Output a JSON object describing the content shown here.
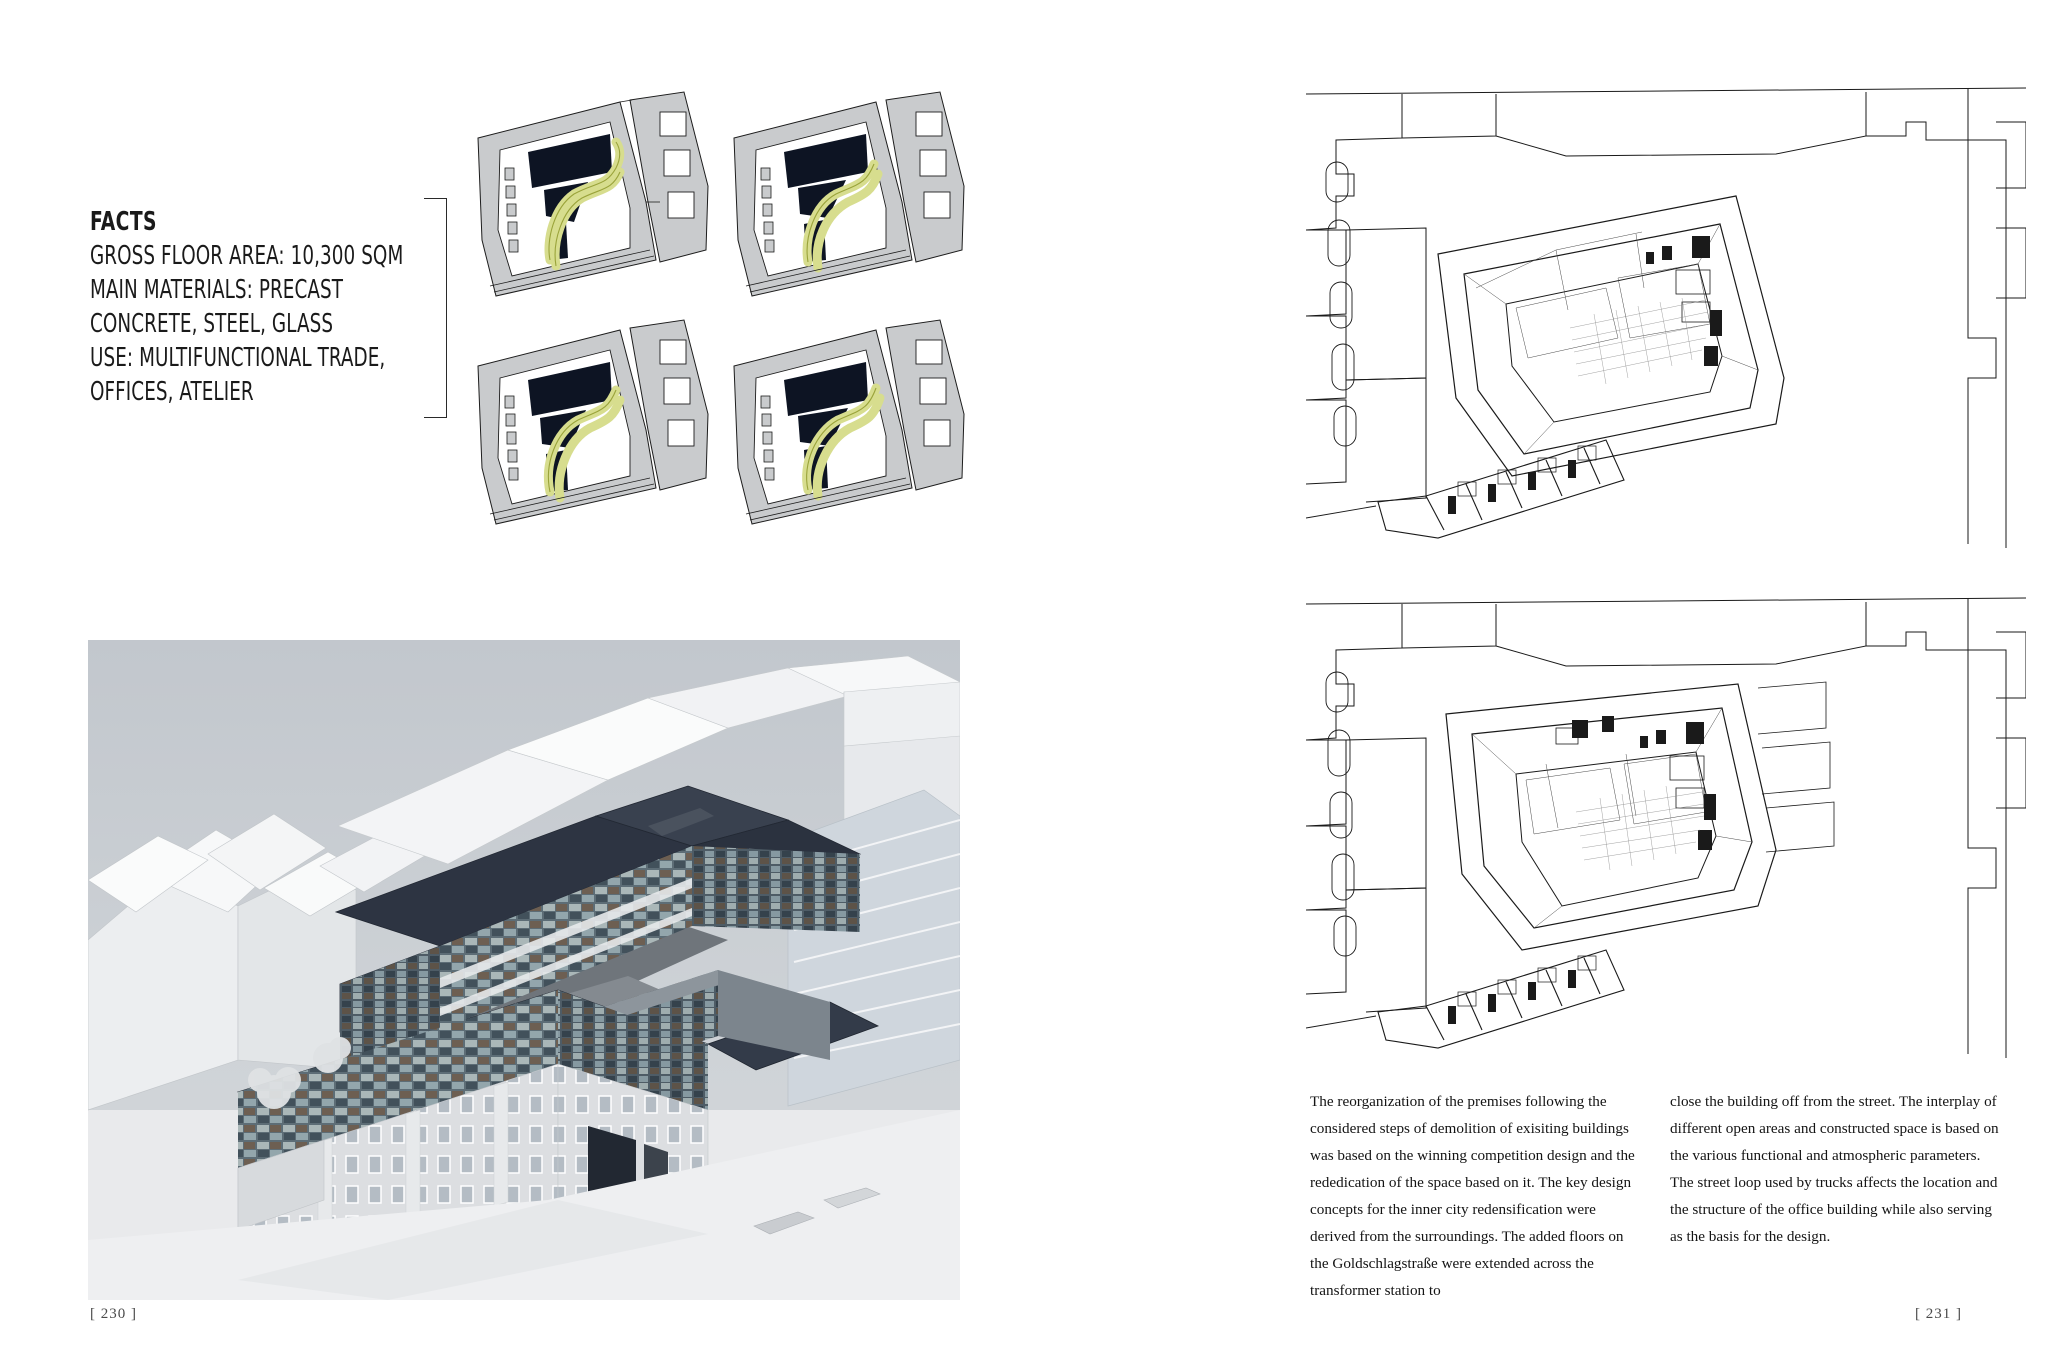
{
  "spread": {
    "left_page": {
      "folio": "[ 230 ]",
      "facts": {
        "heading": "FACTS",
        "lines": [
          "GROSS FLOOR AREA: 10,300 SQM",
          "MAIN MATERIALS: PRECAST",
          "CONCRETE, STEEL, GLASS",
          "USE: MULTIFUNCTIONAL TRADE,",
          "OFFICES, ATELIER"
        ]
      },
      "diagrams": {
        "count": 4,
        "caption": "",
        "colors": {
          "urban_block": "#c9cbcd",
          "block_outline": "#1d1d1d",
          "building_mass": "#0d1423",
          "circulation_loop": "#b7c44a",
          "loop_fill": "#d7dd8e",
          "paper": "#ffffff"
        }
      },
      "render": {
        "caption": "",
        "colors": {
          "sky": "#c6cbd1",
          "massing_white": "#f2f3f4",
          "massing_shadow": "#d3d6da",
          "roof_dark": "#2b3240",
          "facade_mosaic_a": "#7e949c",
          "facade_mosaic_b": "#4a5a64",
          "facade_mosaic_c": "#9aa8a8",
          "facade_mosaic_d": "#6d5f52",
          "ground": "#b9bcc0",
          "courtyard": "#6c7177"
        }
      }
    },
    "right_page": {
      "folio": "[ 231 ]",
      "plans": {
        "upper_label": "",
        "lower_label": "",
        "line_color": "#1a1a1a",
        "secondary_line_color": "#9a9a9a"
      },
      "text_columns": [
        "The reorganization of the premises following the considered steps of demolition of exisiting buildings was based on the winning competition design and the rededication of the space based on it. The key design concepts for the inner city redensification were derived from the surroundings. The added floors on the Goldschlagstraße were extended across the transformer station to",
        "close the building off from the street. The interplay of different open areas and constructed space is based on the various functional and atmospheric parameters. The street loop used by trucks affects the location and the structure of the office building while also serving as the basis for the design."
      ]
    }
  }
}
